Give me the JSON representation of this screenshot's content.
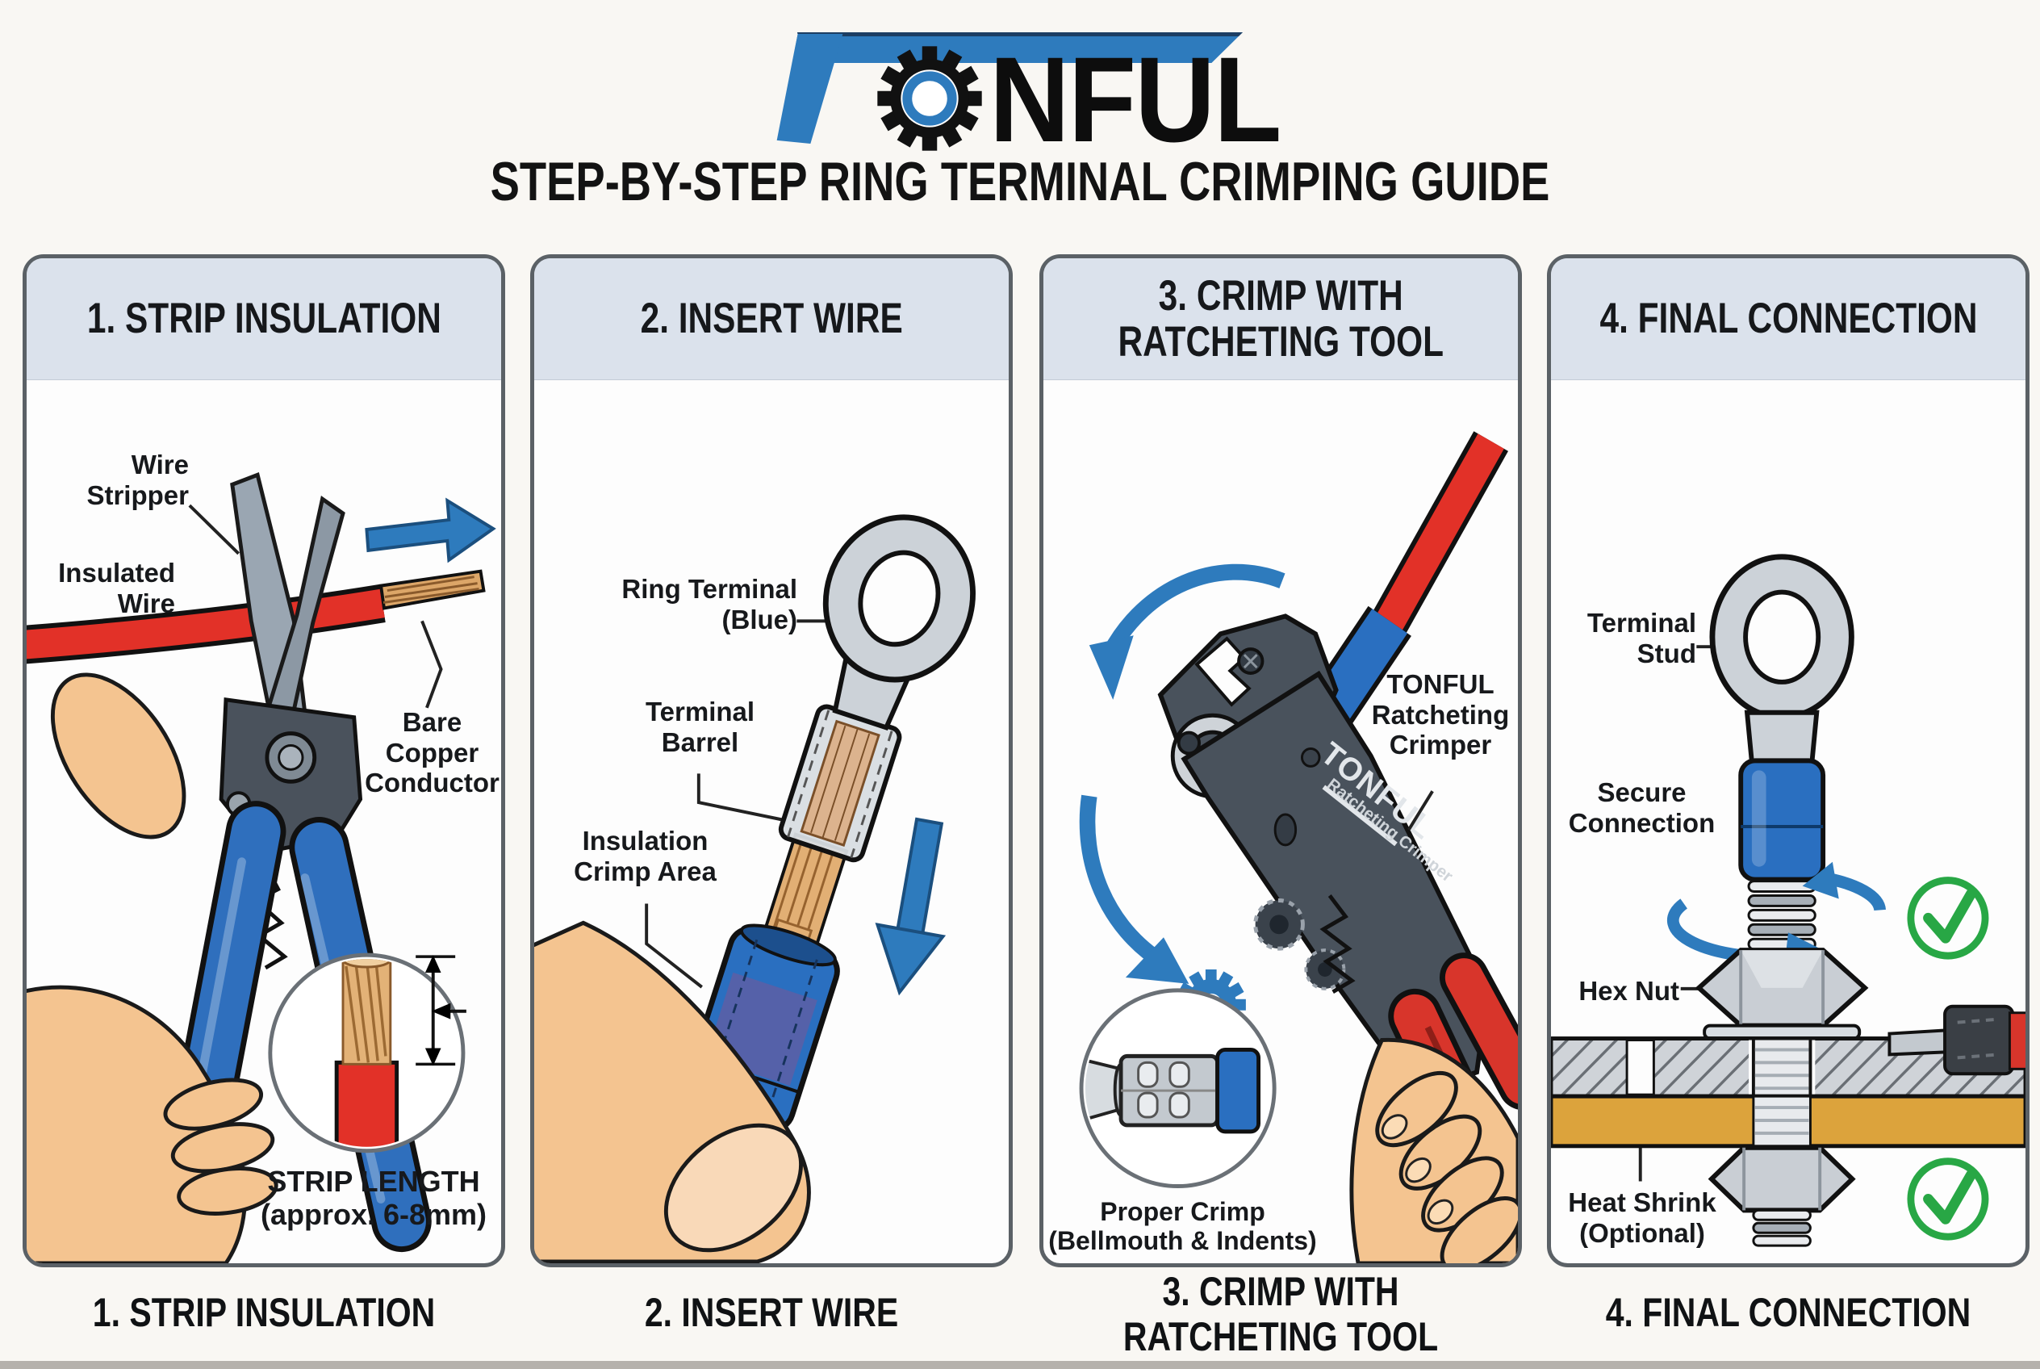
{
  "brand": {
    "name": "TONFUL",
    "t": "T",
    "rest": "NFUL"
  },
  "title": "STEP-BY-STEP RING TERMINAL CRIMPING GUIDE",
  "panels": [
    {
      "header": "1. STRIP INSULATION",
      "caption": "1. STRIP INSULATION",
      "labels": {
        "wire_stripper": "Wire\nStripper",
        "insulated_wire": "Insulated\nWire",
        "bare_copper": "Bare\nCopper\nConductor",
        "strip_length": "STRIP LENGTH\n(approx. 6-8mm)"
      }
    },
    {
      "header": "2. INSERT WIRE",
      "caption": "2. INSERT WIRE",
      "labels": {
        "ring_terminal": "Ring Terminal\n(Blue)",
        "terminal_barrel": "Terminal\nBarrel",
        "insulation_crimp": "Insulation\nCrimp Area"
      }
    },
    {
      "header": "3. CRIMP WITH\nRATCHETING TOOL",
      "caption": "3. CRIMP WITH\nRATCHETING TOOL",
      "labels": {
        "crimper": "TONFUL\nRatcheting\nCrimper",
        "tool_brand": "TONFUL",
        "tool_model": "Ratcheting Crimper",
        "proper_crimp": "Proper Crimp\n(Bellmouth & Indents)"
      }
    },
    {
      "header": "4. FINAL CONNECTION",
      "caption": "4. FINAL CONNECTION",
      "labels": {
        "terminal_stud": "Terminal\nStud",
        "secure_connection": "Secure\nConnection",
        "hex_nut": "Hex Nut",
        "heat_shrink": "Heat Shrink\n(Optional)"
      }
    }
  ],
  "colors": {
    "accent_blue": "#2e7bbd",
    "wire_red": "#e23128",
    "terminal_blue": "#2a6fc0",
    "copper": "#dca668",
    "check_green": "#28a745",
    "header_band": "#dbe2ec",
    "panel_border": "#5b6166",
    "skin": "#f4c490"
  }
}
